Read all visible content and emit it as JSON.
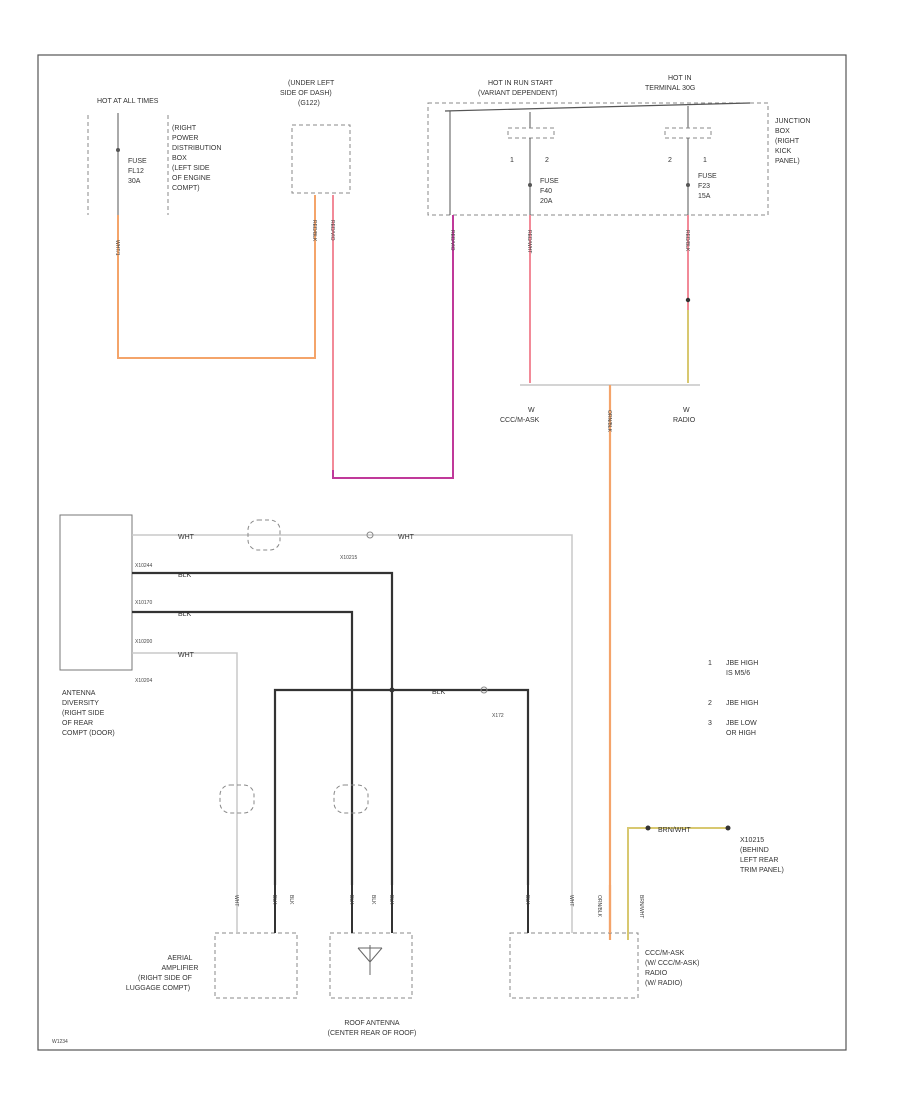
{
  "colors": {
    "orange": "#f4a46a",
    "pink": "#f28a98",
    "violet": "#c0399a",
    "black": "#333333",
    "gray": "#c8c8c8",
    "yellow": "#d8c870",
    "frame": "#555555"
  },
  "labels": {
    "hot_at_all_times": "HOT AT ALL TIMES",
    "right_power_dist": [
      "(RIGHT",
      "POWER",
      "DISTRIBUTION",
      "BOX",
      "(LEFT SIDE",
      "OF ENGINE",
      "COMPT)"
    ],
    "fuse_left": [
      "FUSE",
      "FL12",
      "30A"
    ],
    "under_left_dash": [
      "(UNDER LEFT",
      "SIDE OF DASH)",
      "(G122)"
    ],
    "hot_in_run_start": [
      "HOT IN RUN START",
      "(VARIANT DEPENDENT)"
    ],
    "hot_in_terminal": [
      "HOT IN",
      "TERMINAL 30G"
    ],
    "junction_box": [
      "JUNCTION",
      "BOX",
      "(RIGHT",
      "KICK",
      "PANEL)"
    ],
    "fuse_f40": [
      "FUSE",
      "F40",
      "20A"
    ],
    "fuse_f23": [
      "FUSE",
      "F23",
      "15A"
    ],
    "pin_1a": "1",
    "pin_2a": "2",
    "pin_2b": "2",
    "pin_1b": "1",
    "ccc_label": [
      "W",
      "CCC/M-ASK"
    ],
    "radio_label": [
      "W",
      "RADIO"
    ],
    "antenna_diversity": [
      "ANTENNA",
      "DIVERSITY",
      "(RIGHT SIDE",
      "OF REAR",
      "COMPT (DOOR)"
    ],
    "wht_1": "WHT",
    "wht_2": "WHT",
    "wht_3": "WHT",
    "blk_1": "BLK",
    "blk_2": "BLK",
    "blk_3": "BLK",
    "x10215": "X10215",
    "x10244": "X10244",
    "x10170": "X10170",
    "x10200": "X10200",
    "x10204": "X10204",
    "x172": "X172",
    "legend_1": [
      "1",
      "JBE HIGH",
      "IS M5/6"
    ],
    "legend_2": [
      "2",
      "JBE HIGH"
    ],
    "legend_3": [
      "3",
      "JBE LOW",
      "OR HIGH"
    ],
    "brn_wht": "BRN/WHT",
    "x10215_ground": [
      "X10215",
      "(BEHIND",
      "LEFT REAR",
      "TRIM PANEL)"
    ],
    "aerial_amp": [
      "AERIAL",
      "AMPLIFIER",
      "(RIGHT SIDE OF",
      "LUGGAGE COMPT)"
    ],
    "roof_antenna": [
      "ROOF ANTENNA",
      "(CENTER REAR OF ROOF)"
    ],
    "ccc_radio": [
      "CCC/M-ASK",
      "(W/ CCC/M-ASK)",
      "RADIO",
      "(W/ RADIO)"
    ],
    "fig_id": "W1234",
    "wire_tags": {
      "w1": "WHT/1",
      "w2": "RED/BLK",
      "w3": "RED/VIO",
      "w4": "RED/VIO",
      "w5": "RED/WHT",
      "w6": "RED/BLK",
      "w7": "ORN/BLK",
      "a1": "WHT",
      "a2": "BLK",
      "a3": "BLK",
      "r1": "BLK",
      "r2": "BLK",
      "r3": "BLK",
      "c1": "BLK",
      "c2": "WHT",
      "c3": "ORN/BLK",
      "c4": "BRN/WHT"
    }
  }
}
